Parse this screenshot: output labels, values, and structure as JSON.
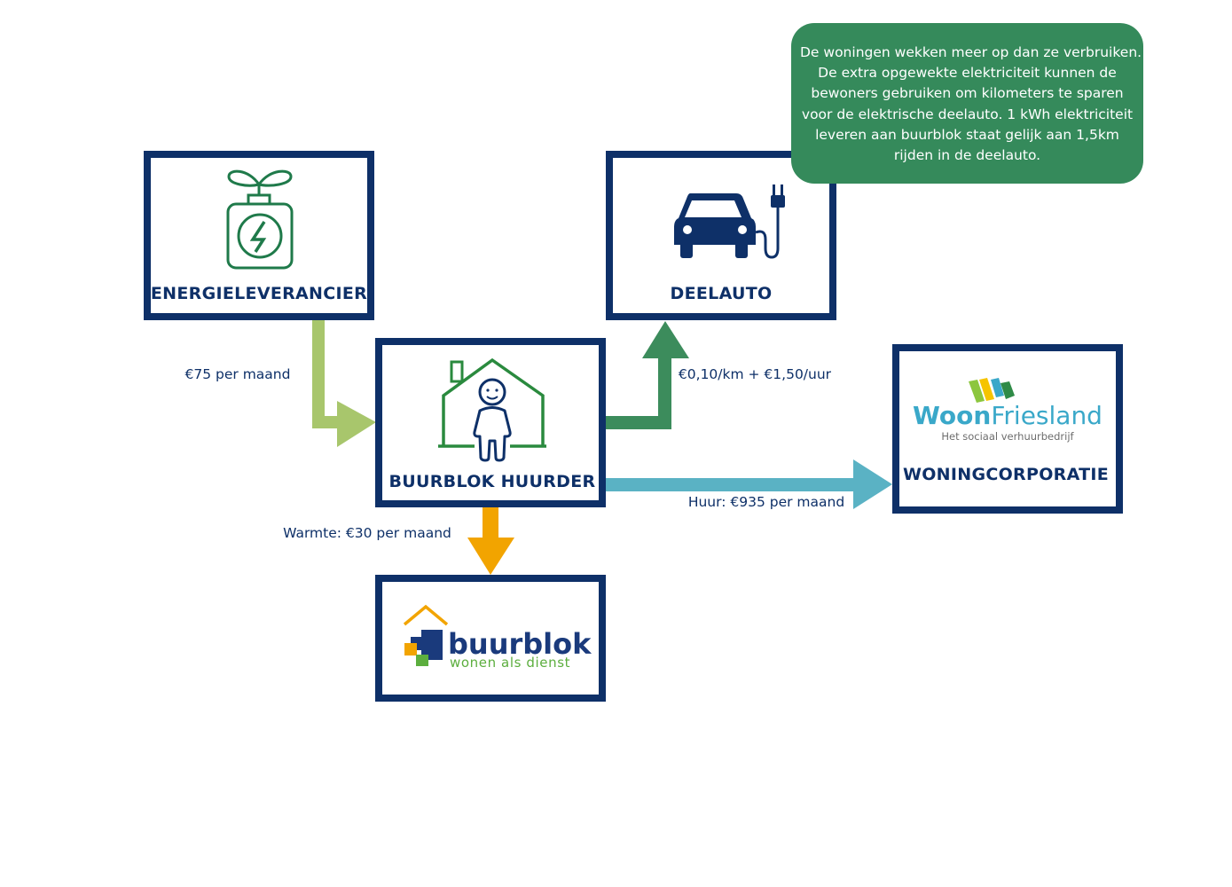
{
  "colors": {
    "box_border": "#0e3068",
    "text": "#0e3068",
    "arrow_energy": "#a8c66c",
    "arrow_car": "#3c8c5c",
    "arrow_rent": "#5ab2c4",
    "arrow_heat": "#f2a400",
    "note_bg": "#358a5b",
    "icon_green": "#1f7a4a",
    "house_green": "#2a8a3e",
    "person_navy": "#0e3068"
  },
  "nodes": {
    "energy": {
      "title": "ENERGIELEVERANCIER",
      "icon": "energy-sprout-icon"
    },
    "car": {
      "title": "DEELAUTO",
      "icon": "electric-car-icon"
    },
    "tenant": {
      "title": "BUURBLOK HUURDER",
      "icon": "house-person-icon"
    },
    "corporation": {
      "title": "WONINGCORPORATIE",
      "logo": {
        "name_part1": "Woon",
        "name_part2": "Friesland",
        "tagline": "Het sociaal verhuurbedrijf"
      }
    },
    "buurblok": {
      "logo": {
        "name": "buurblok",
        "tagline": "wonen als dienst"
      }
    }
  },
  "flows": {
    "energy_to_tenant": "€75 per maand",
    "tenant_to_car": "€0,10/km + €1,50/uur",
    "tenant_to_corporation": "Huur: €935 per maand",
    "tenant_to_buurblok": "Warmte: €30 per maand"
  },
  "note": {
    "lines": [
      "De woningen wekken meer op dan ze verbruiken.",
      "De extra opgewekte elektriciteit kunnen de",
      "bewoners gebruiken om kilometers te sparen",
      "voor de elektrische deelauto. 1 kWh elektriciteit",
      "leveren aan buurblok staat gelijk aan 1,5km",
      "rijden in de deelauto."
    ]
  }
}
